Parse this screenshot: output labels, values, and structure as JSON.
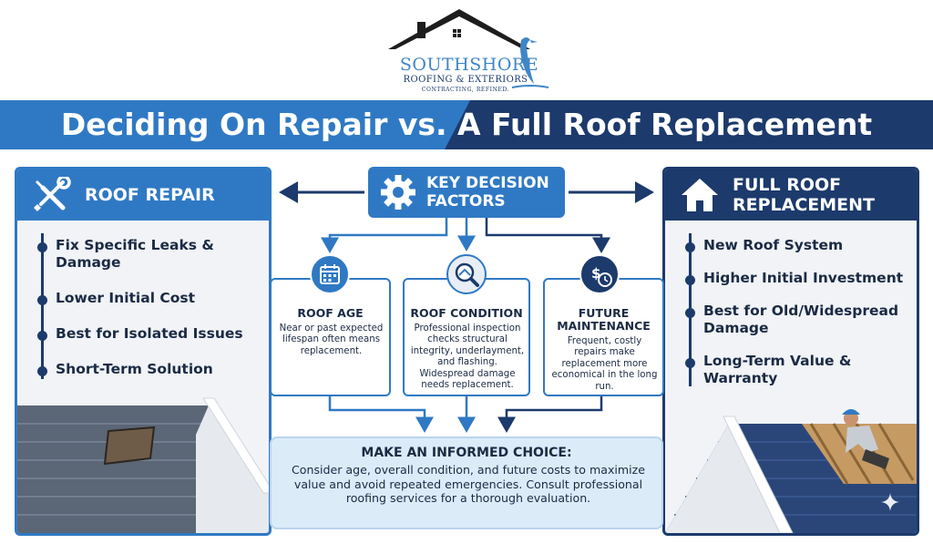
{
  "logo": {
    "name": "SOUTHSHORE",
    "sub": "ROOFING & EXTERIORS",
    "tagline": "CONTRACTING, REFINED."
  },
  "banner": {
    "title": "Deciding On Repair vs. A Full Roof Replacement"
  },
  "colors": {
    "accent_blue": "#2f79c4",
    "navy": "#1c3a6c",
    "panel_bg": "#f1f3f6",
    "choice_bg": "#dcebf8"
  },
  "repair": {
    "title": "ROOF REPAIR",
    "icon": "tools-icon",
    "items": [
      "Fix Specific Leaks & Damage",
      "Lower Initial Cost",
      "Best for Isolated Issues",
      "Short-Term Solution"
    ]
  },
  "replacement": {
    "title": "FULL ROOF REPLACEMENT",
    "icon": "house-icon",
    "items": [
      "New Roof System",
      "Higher Initial Investment",
      "Best for Old/Widespread Damage",
      "Long-Term Value & Warranty"
    ]
  },
  "factors": {
    "title": "KEY DECISION FACTORS",
    "icon": "gear-icon",
    "cards": [
      {
        "title": "ROOF AGE",
        "icon": "calendar-icon",
        "text": "Near or past expected lifespan often means replacement."
      },
      {
        "title": "ROOF CONDITION",
        "icon": "magnifier-icon",
        "text": "Professional inspection checks structural integrity, underlayment, and flashing. Widespread damage needs replacement."
      },
      {
        "title": "FUTURE MAINTENANCE",
        "icon": "dollar-clock-icon",
        "text": "Frequent, costly repairs make replacement more economical in the long run."
      }
    ]
  },
  "choice": {
    "title": "MAKE AN INFORMED CHOICE:",
    "text": "Consider age, overall condition, and future costs to maximize value and avoid repeated emergencies. Consult professional roofing services for a thorough evaluation."
  }
}
